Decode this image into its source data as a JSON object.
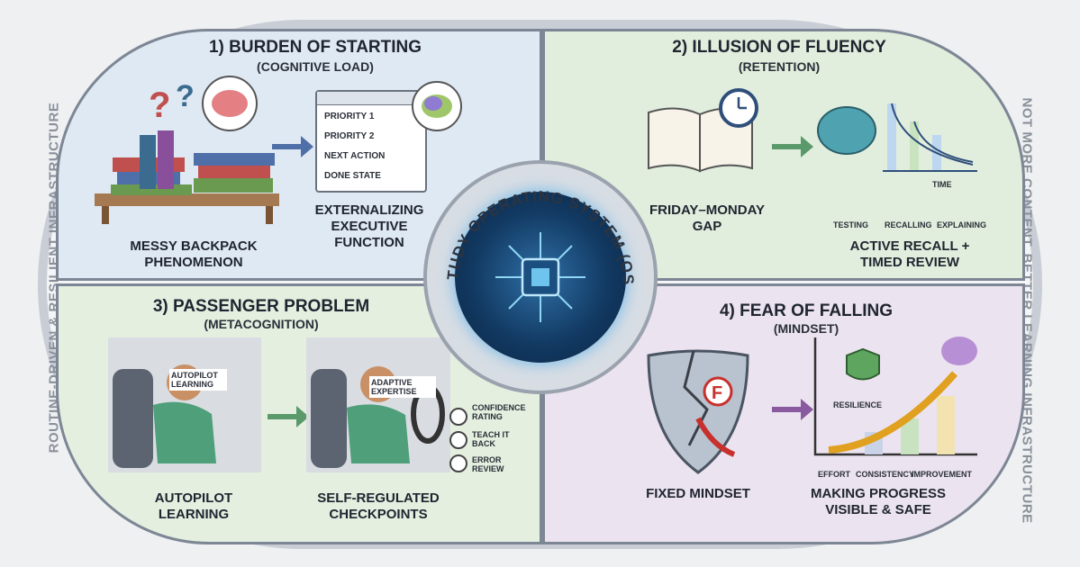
{
  "ring": {
    "left_text": "ROUTINE-DRIVEN & RESILIENT INFRASTRUCTURE",
    "right_text": "NOT MORE CONTENT. BETTER LEARNING INFRASTRUCTURE"
  },
  "center": {
    "title": "STUDY OPERATING SYSTEM (OS)"
  },
  "q1": {
    "title": "1) BURDEN OF STARTING",
    "subtitle": "(COGNITIVE LOAD)",
    "left_label": "MESSY BACKPACK PHENOMENON",
    "right_label": "EXTERNALIZING EXECUTIVE FUNCTION",
    "checklist": [
      "PRIORITY 1",
      "PRIORITY 2",
      "NEXT ACTION",
      "DONE STATE"
    ]
  },
  "q2": {
    "title": "2) ILLUSION OF FLUENCY",
    "subtitle": "(RETENTION)",
    "left_label": "FRIDAY–MONDAY GAP",
    "right_label": "ACTIVE RECALL + TIMED REVIEW",
    "graph_label": "TIME",
    "icons": [
      "TESTING",
      "RECALLING",
      "EXPLAINING"
    ]
  },
  "q3": {
    "title": "3) PASSENGER PROBLEM",
    "subtitle": "(METACOGNITION)",
    "left_bubble": "AUTOPILOT LEARNING",
    "right_bubble": "ADAPTIVE EXPERTISE",
    "left_label": "AUTOPILOT LEARNING",
    "right_label": "SELF-REGULATED CHECKPOINTS",
    "gauges": [
      "CONFIDENCE RATING",
      "TEACH IT BACK",
      "ERROR REVIEW"
    ]
  },
  "q4": {
    "title": "4) FEAR OF FALLING",
    "subtitle": "(MINDSET)",
    "left_label": "FIXED MINDSET",
    "right_label": "MAKING PROGRESS VISIBLE & SAFE",
    "badge": "RESILIENCE",
    "axis": [
      "EFFORT",
      "CONSISTENCY",
      "IMPROVEMENT"
    ],
    "grade": "F"
  }
}
